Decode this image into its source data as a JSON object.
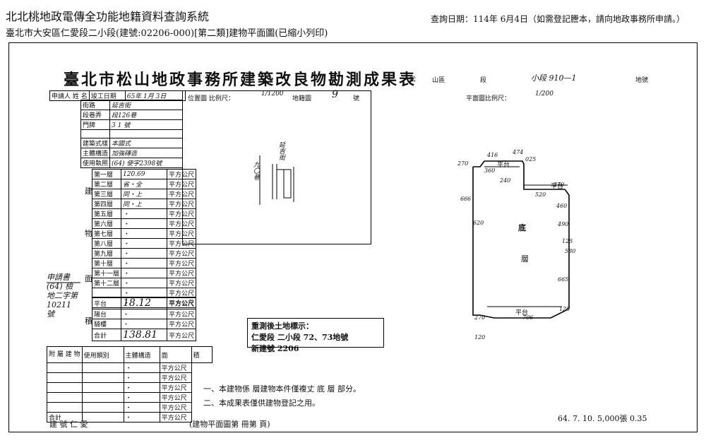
{
  "header": {
    "system_title": "北北桃地政電傳全功能地籍資料查詢系統",
    "query_date": "查詢日期：114年 6月4日（如需登記謄本，請向地政事務所申請。）",
    "subtitle": "臺北市大安區仁愛段二小段(建號:02206-000)[第二類]建物平面圖(已縮小列印)"
  },
  "document": {
    "title": "臺北市松山地政事務所建築改良物勘測成果表",
    "title_suffix": "松",
    "district": "山區",
    "section": "段",
    "subsection": "小段 910—1",
    "plot_no": "地號",
    "applicant_label": "申請人 姓 名",
    "complete_date_label": "竣工日期",
    "complete_date_value": "65年 1月 3日",
    "street_label": "街路",
    "street_value": "延吉街",
    "alley_label": "段巷弄",
    "alley_value": "段126巷",
    "number_label": "門牌",
    "number_value": "3 1 號",
    "bldg_form_label": "建築式樣",
    "bldg_form_value": "本國式",
    "main_struct_label": "主體構造",
    "main_struct_value": "加強磚造",
    "permit_label": "使用執照",
    "permit_value": "(64) 使字2398號",
    "floors": [
      {
        "name": "第一層",
        "area": "120.69"
      },
      {
        "name": "第二層",
        "area": "省・全"
      },
      {
        "name": "第三層",
        "area": "同・上"
      },
      {
        "name": "第四層",
        "area": "同・上"
      },
      {
        "name": "第五層",
        "area": "・"
      },
      {
        "name": "第六層",
        "area": "・"
      },
      {
        "name": "第七層",
        "area": "・"
      },
      {
        "name": "第八層",
        "area": "・"
      },
      {
        "name": "第九層",
        "area": "・"
      },
      {
        "name": "第十層",
        "area": "・"
      },
      {
        "name": "第十一層",
        "area": "・"
      },
      {
        "name": "第十二層",
        "area": "・"
      },
      {
        "name": "",
        "area": "・"
      },
      {
        "name": "",
        "area": "・"
      }
    ],
    "platform_label": "平台",
    "platform_value": "18.12",
    "balcony_label": "陽台",
    "eaves_label": "騎樓",
    "total_label": "合計",
    "total_value": "138.81",
    "unit": "平方公尺",
    "build_label": "建",
    "things_label": "物",
    "area_label": "面",
    "accum_label": "積",
    "applicant_text": "申請書 (64) 檢地二字第 10211 號",
    "attach_header": [
      "使用類別",
      "主體構造",
      "面",
      "積"
    ],
    "attach_labels": [
      "附",
      "屬",
      "建",
      "物",
      "合計"
    ],
    "attach_rows_area": [
      "・",
      "・",
      "・",
      "・",
      "・",
      "・"
    ],
    "loc_map_label": "位置圖 比例尺：",
    "loc_scale": "1/1200",
    "map_no_label": "地籍圖",
    "map_no_value": "9",
    "map_no_suffix": "號",
    "plan_scale_label": "平面圖比例尺：",
    "plan_scale": "1/200",
    "loc_street_a": "延吉街",
    "loc_street_b": "九〇巷",
    "land_box_line1": "重測後土地標示：",
    "land_box_line2": "仁愛段 二小段 72、73地號",
    "land_box_line3": "新建號  2206",
    "note1": "一、本建物係   層建物本件僅複丈  底  層   部分。",
    "note2": "二、本成果表僅供建物登記之用。",
    "footer_left": "建    號    仁    愛",
    "footer_mid": "(建物平面圖第      冊第      頁)",
    "footer_right": "64. 7. 10. 5,000張 0.35",
    "plan_label_floor": "底",
    "plan_label_layer": "層",
    "plan_label_platform_top": "平台",
    "plan_label_platform_right": "平台",
    "plan_label_platform_bottom": "平台",
    "dims": [
      "270",
      "416",
      "474",
      "025",
      "360",
      "240",
      "520",
      "270",
      "666",
      "460",
      "490",
      "125",
      "580",
      "665",
      "125",
      "270",
      "706",
      "120",
      "620"
    ]
  }
}
